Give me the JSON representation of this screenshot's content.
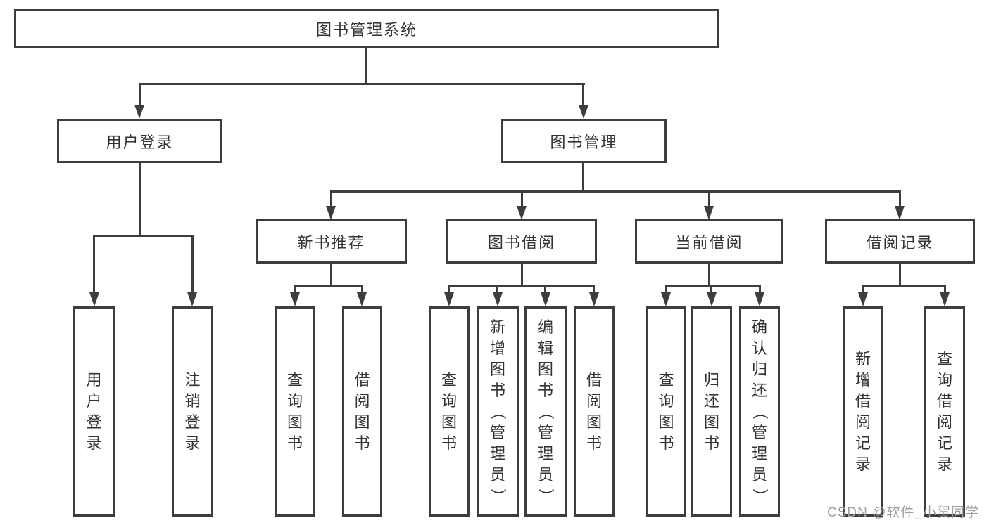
{
  "diagram_title": "图书管理系统",
  "nodes": {
    "root": "图书管理系统",
    "user_login": "用户登录",
    "book_mgmt": "图书管理",
    "new_book_rec": "新书推荐",
    "book_borrow": "图书借阅",
    "current_borrow": "当前借阅",
    "borrow_records": "借阅记录",
    "leaf_user_login": "用户登录",
    "leaf_logout": "注销登录",
    "leaf_query_book_a": "查询图书",
    "leaf_borrow_book_a": "借阅图书",
    "leaf_query_book_b": "查询图书",
    "leaf_add_book_admin": "新增图书（管理员）",
    "leaf_edit_book_admin": "编辑图书（管理员）",
    "leaf_borrow_book_b": "借阅图书",
    "leaf_query_book_c": "查询图书",
    "leaf_return_book": "归还图书",
    "leaf_confirm_return_admin": "确认归还（管理员）",
    "leaf_add_borrow_record": "新增借阅记录",
    "leaf_query_borrow_record": "查询借阅记录"
  },
  "tree": {
    "label": "图书管理系统",
    "children": [
      {
        "label": "用户登录",
        "children": [
          {
            "label": "用户登录"
          },
          {
            "label": "注销登录"
          }
        ]
      },
      {
        "label": "图书管理",
        "children": [
          {
            "label": "新书推荐",
            "children": [
              {
                "label": "查询图书"
              },
              {
                "label": "借阅图书"
              }
            ]
          },
          {
            "label": "图书借阅",
            "children": [
              {
                "label": "查询图书"
              },
              {
                "label": "新增图书（管理员）"
              },
              {
                "label": "编辑图书（管理员）"
              },
              {
                "label": "借阅图书"
              }
            ]
          },
          {
            "label": "当前借阅",
            "children": [
              {
                "label": "查询图书"
              },
              {
                "label": "归还图书"
              },
              {
                "label": "确认归还（管理员）"
              }
            ]
          },
          {
            "label": "借阅记录",
            "children": [
              {
                "label": "新增借阅记录"
              },
              {
                "label": "查询借阅记录"
              }
            ]
          }
        ]
      }
    ]
  },
  "watermark": "CSDN @软件_小贺同学",
  "colors": {
    "line": "#3d3d3d",
    "text": "#333333",
    "watermark": "#9e9e9e",
    "background": "#ffffff"
  }
}
